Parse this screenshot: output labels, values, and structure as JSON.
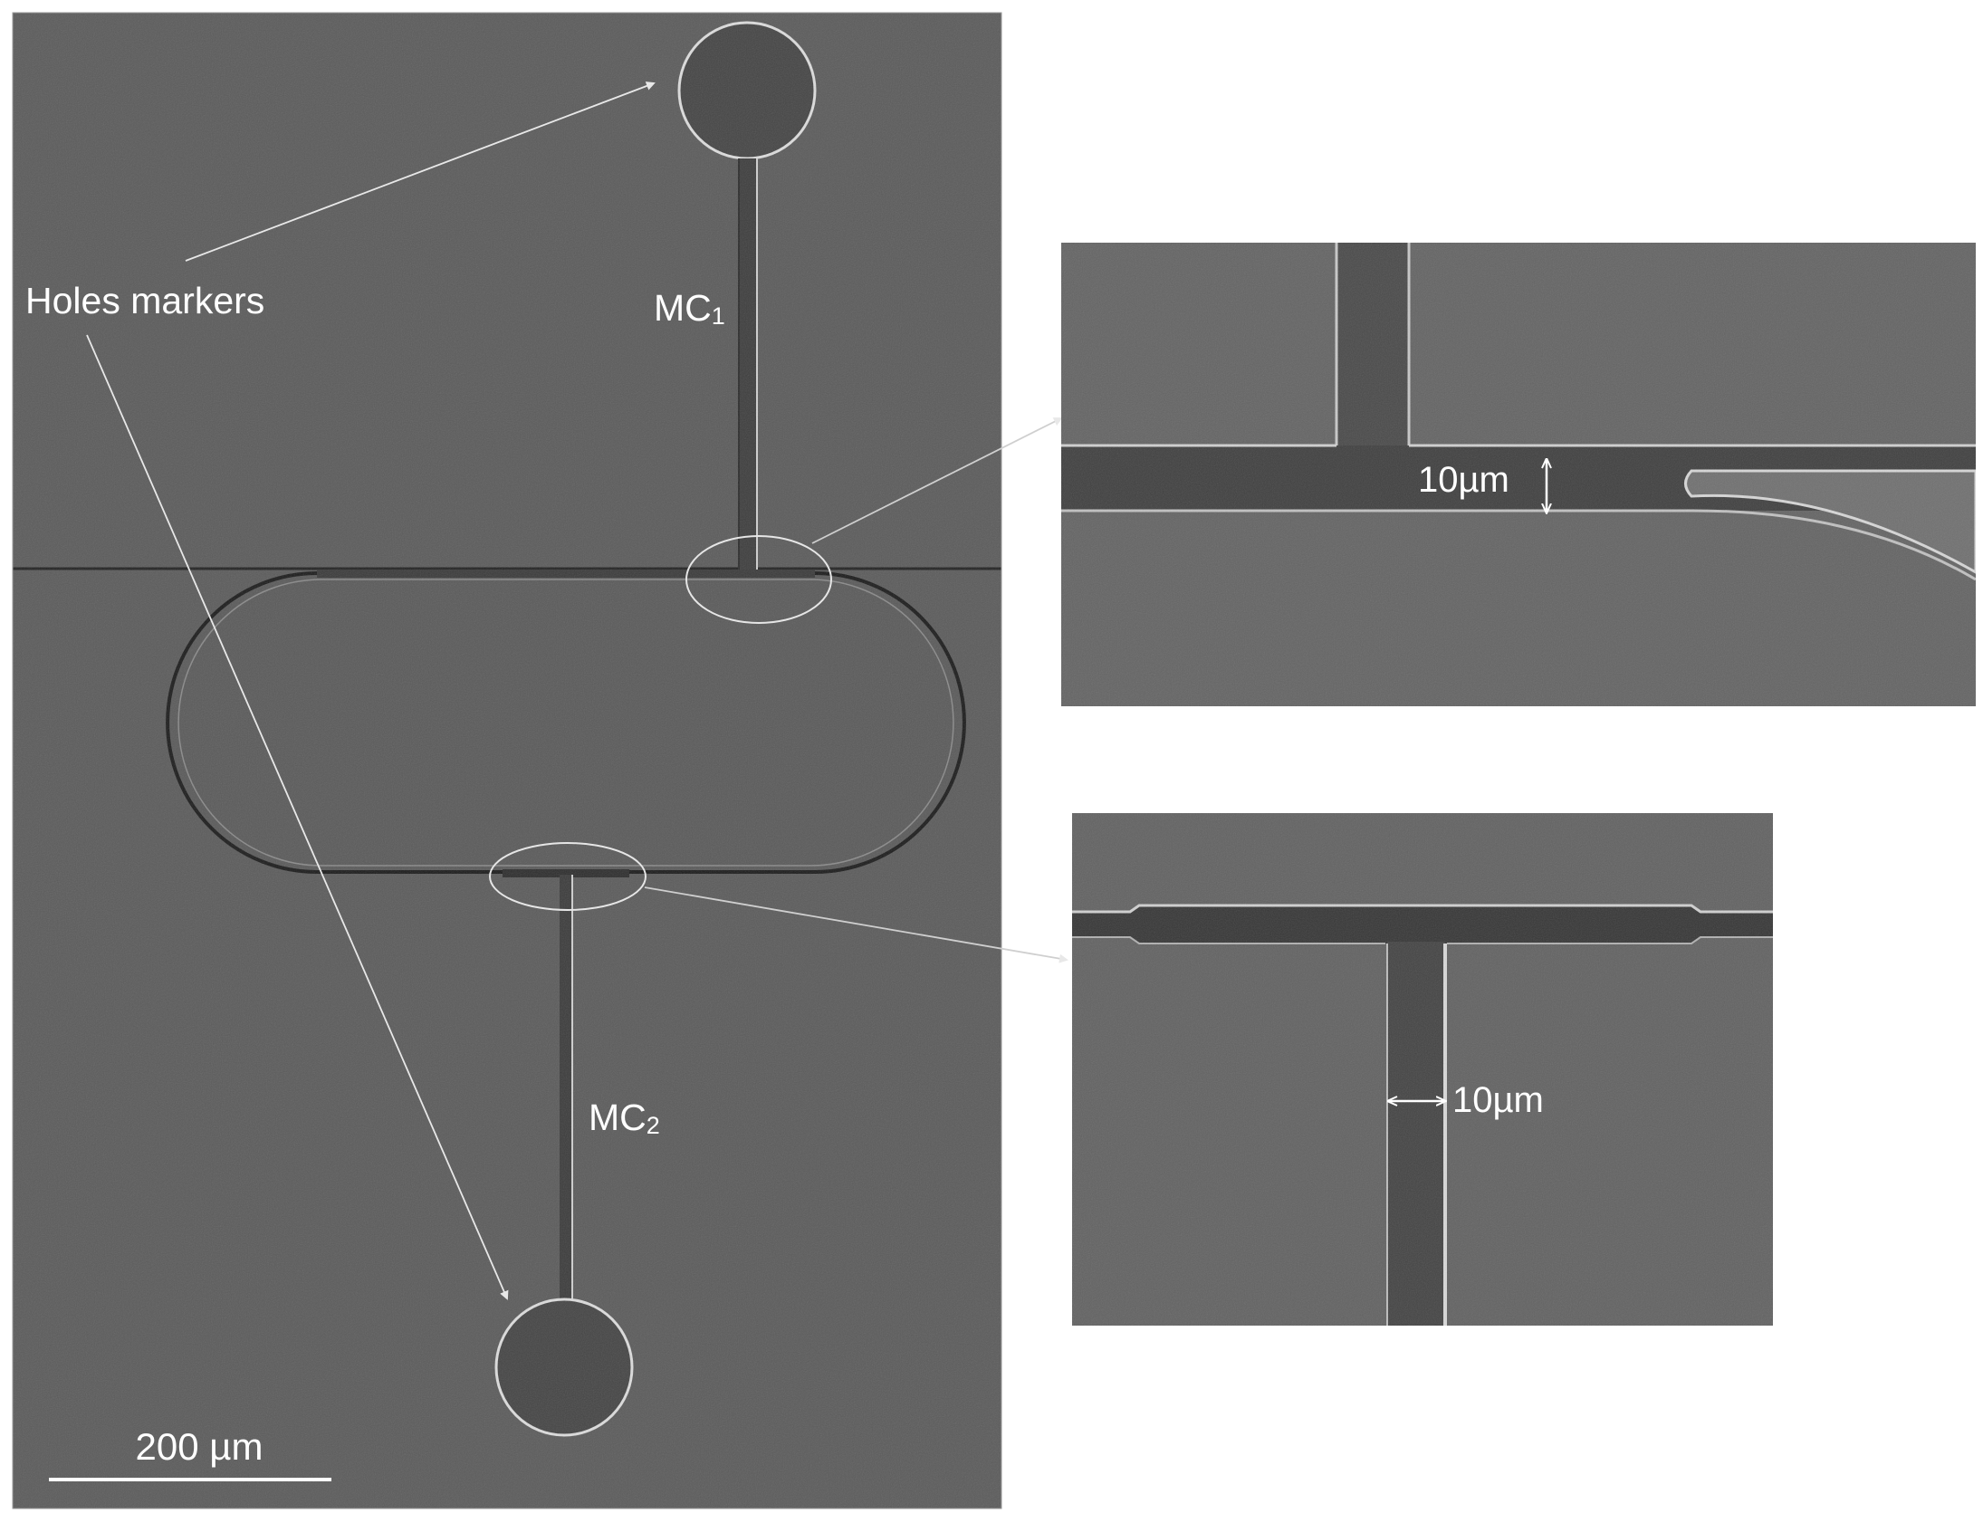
{
  "annotations": {
    "holes_markers": "Holes markers",
    "mc1": "MC",
    "mc1_sub": "1",
    "mc2": "MC",
    "mc2_sub": "2",
    "scale_bar": "200 µm",
    "inset_top_dimension": "10µm",
    "inset_bottom_dimension": "10µm"
  },
  "colors": {
    "substrate": "#5b5b5b",
    "channel": "#3e3e3e",
    "edge_highlight": "#cfcfcf",
    "annotation": "#ffffff",
    "background": "#ffffff"
  }
}
